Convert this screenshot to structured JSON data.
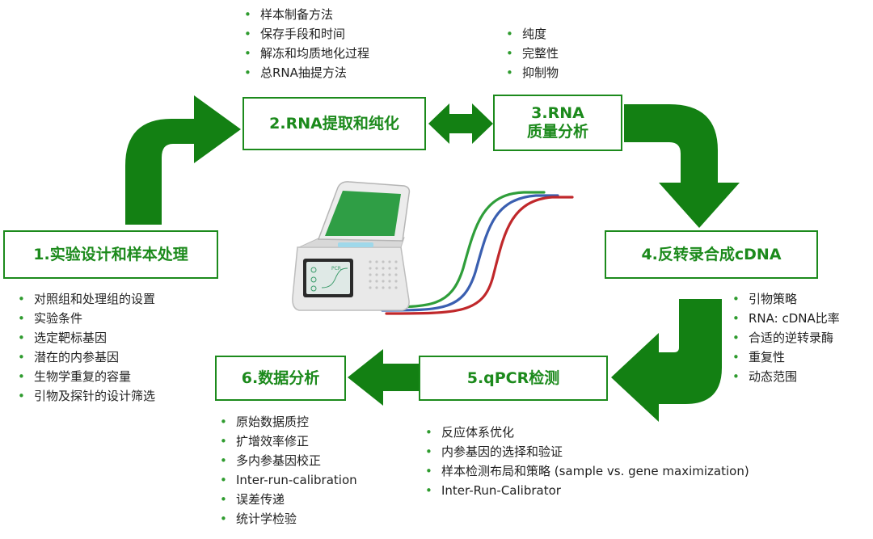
{
  "colors": {
    "accent": "#1c8a1c",
    "arrow": "#138013",
    "curve_green": "#2f9e3a",
    "curve_blue": "#3a5fb0",
    "curve_red": "#c0282b"
  },
  "steps": [
    {
      "label": "1.实验设计和样本处理"
    },
    {
      "label_lines": [
        "2.RNA提取和纯化"
      ]
    },
    {
      "label_lines": [
        "3.RNA",
        "质量分析"
      ]
    },
    {
      "label": "4.反转录合成cDNA"
    },
    {
      "label": "5.qPCR检测"
    },
    {
      "label": "6.数据分析"
    }
  ],
  "bullets": {
    "step1": [
      "对照组和处理组的设置",
      "实验条件",
      "选定靶标基因",
      "潜在的内参基因",
      "生物学重复的容量",
      "引物及探针的设计筛选"
    ],
    "step2": [
      "样本制备方法",
      "保存手段和时间",
      "解冻和均质地化过程",
      "总RNA抽提方法"
    ],
    "step3": [
      "纯度",
      "完整性",
      "抑制物"
    ],
    "step4": [
      "引物策略",
      "RNA: cDNA比率",
      "合适的逆转录酶",
      "重复性",
      "动态范围"
    ],
    "step5": [
      "反应体系优化",
      "内参基因的选择和验证",
      "样本检测布局和策略 (sample vs. gene maximization)",
      "Inter-Run-Calibrator"
    ],
    "step6": [
      "原始数据质控",
      "扩增效率修正",
      "多内参基因校正",
      "Inter-run-calibration",
      "误差传递",
      "统计学检验"
    ]
  },
  "device": {
    "screen_label": "PCR",
    "icon": "qpcr-instrument-icon"
  }
}
